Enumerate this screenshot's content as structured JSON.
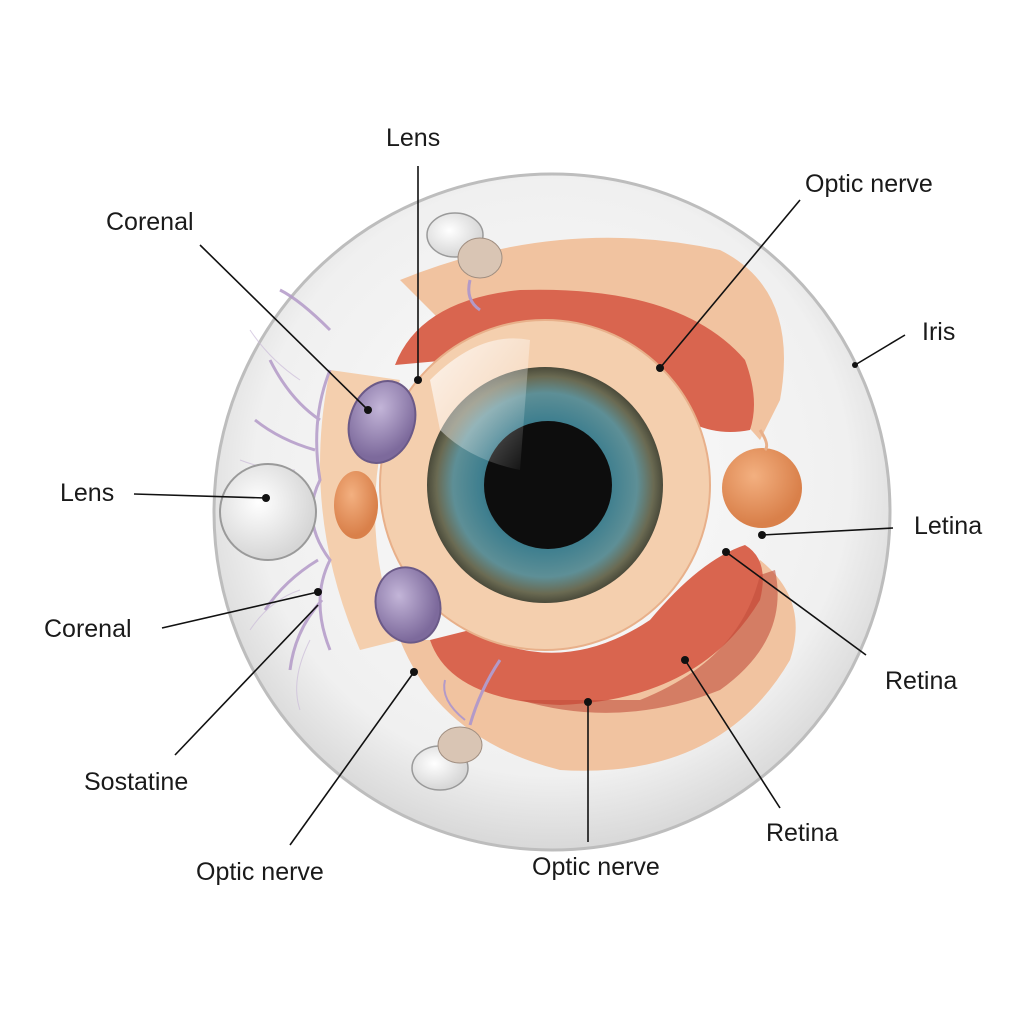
{
  "colors": {
    "background": "#ffffff",
    "globe_fill": "#f2f2f2",
    "globe_rim": "#c8c8c8",
    "peach_tissue": "#f1c3a0",
    "peach_inner": "#f4cfae",
    "muscle_red": "#d9654f",
    "muscle_dark": "#c24f3c",
    "purple_node": "#9b88b8",
    "orange_node": "#e8945d",
    "iris_teal": "#3f7f8f",
    "iris_outer": "#6a6a52",
    "pupil": "#0d0d0d",
    "vessel_purple": "#b39ac8",
    "leader_line": "#111111"
  },
  "labels": [
    {
      "id": "lens-top",
      "text": "Lens"
    },
    {
      "id": "optic-nerve-top",
      "text": "Optic nerve"
    },
    {
      "id": "corenal-top",
      "text": "Corenal"
    },
    {
      "id": "iris",
      "text": "Iris"
    },
    {
      "id": "lens-left",
      "text": "Lens"
    },
    {
      "id": "letina",
      "text": "Letina"
    },
    {
      "id": "corenal-bottom",
      "text": "Corenal"
    },
    {
      "id": "retina-right",
      "text": "Retina"
    },
    {
      "id": "sostatine",
      "text": "Sostatine"
    },
    {
      "id": "retina-bottom",
      "text": "Retina"
    },
    {
      "id": "optic-nerve-bottom-left",
      "text": "Optic nerve"
    },
    {
      "id": "optic-nerve-bottom-center",
      "text": "Optic nerve"
    }
  ]
}
